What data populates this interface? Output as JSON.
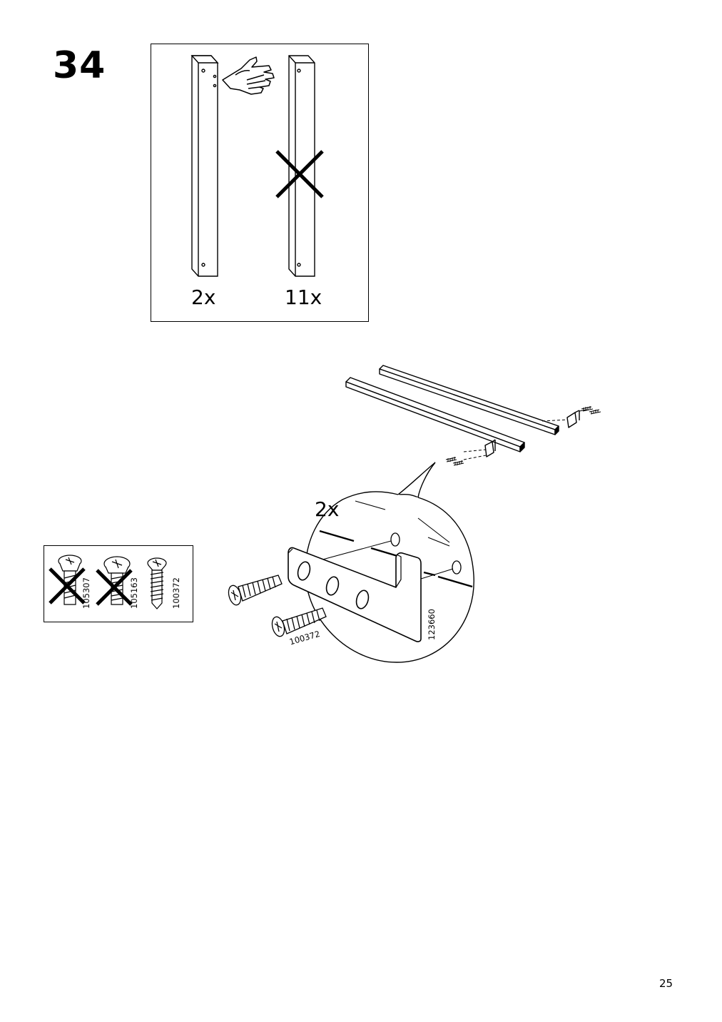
{
  "step": {
    "number": "34"
  },
  "selection_panel": {
    "left_quantity": "2x",
    "right_quantity": "11x",
    "hand_icon": "pointing-hand-icon",
    "reject_icon": "cross-icon"
  },
  "detail": {
    "quantity": "2x",
    "screw_code": "100372",
    "bracket_code": "123660"
  },
  "parts_legend": {
    "items": [
      {
        "code": "105307",
        "excluded": true
      },
      {
        "code": "105163",
        "excluded": true
      },
      {
        "code": "100372",
        "excluded": false
      }
    ]
  },
  "page": {
    "number": "25"
  }
}
